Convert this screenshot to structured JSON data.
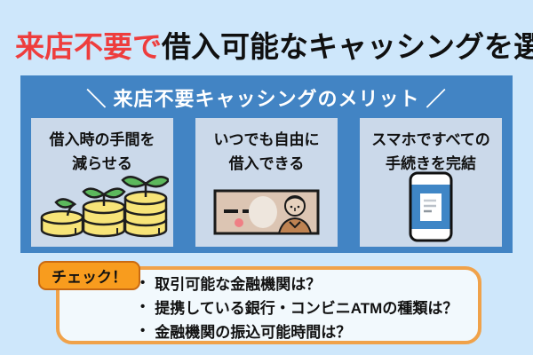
{
  "title": {
    "highlight": "来店不要で",
    "rest": "借入可能なキャッシングを選ぶ"
  },
  "merits": {
    "header": "＼ 来店不要キャッシングのメリット ／",
    "cards": [
      {
        "text": "借入時の手間を\n減らせる",
        "icon": "coin-stacks-with-sprouts-icon"
      },
      {
        "text": "いつでも自由に\n借入できる",
        "icon": "banknote-icon"
      },
      {
        "text": "スマホですべての\n手続きを完結",
        "icon": "smartphone-icon"
      }
    ]
  },
  "check": {
    "badge": "チェック！",
    "bullet": "•",
    "items": [
      "取引可能な金融機関は？",
      "提携している銀行・コンビニATMの種類は？",
      "金融機関の振込可能時間は？"
    ]
  },
  "colors": {
    "background": "#cee7fb",
    "panel_blue": "#4284c4",
    "card_bg": "#cbd9ea",
    "title_red": "#ee3d3d",
    "orange_border": "#f0a24a",
    "badge_orange": "#f89c1e",
    "coin_yellow": "#f7e478",
    "leaf_green": "#5cb85c",
    "bill_beige": "#dcc5b3",
    "screen_blue": "#3f86c6",
    "text": "#111111"
  }
}
